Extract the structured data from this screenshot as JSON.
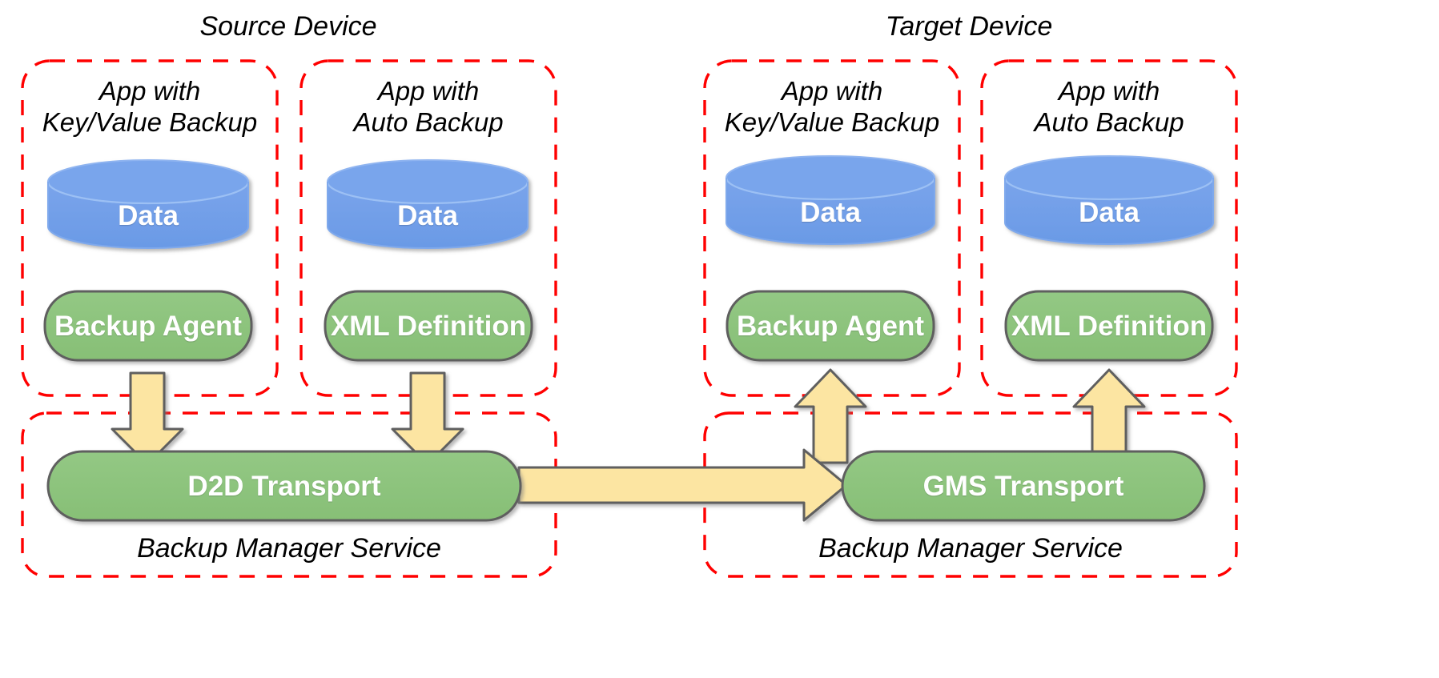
{
  "diagram": {
    "title_source": "Source Device",
    "title_target": "Target Device",
    "palette": {
      "dashed_border": "#FF0000",
      "cylinder_fill": "#6B9BE8",
      "cylinder_top": "#7FA9EC",
      "cylinder_stroke": "#7FA9EC",
      "pill_fill": "#8DC47D",
      "pill_stroke": "#5F5F5F",
      "arrow_fill": "#FCE5A2",
      "arrow_stroke": "#5F5F5F",
      "label_text": "#FFFFFF",
      "caption_text": "#000000",
      "background": "#FFFFFF"
    },
    "devices": [
      {
        "name": "source-device",
        "title": "Source Device",
        "apps": [
          {
            "name": "app-key-value-backup",
            "caption": "App with\nKey/Value Backup",
            "data_label": "Data",
            "component_label": "Backup Agent"
          },
          {
            "name": "app-auto-backup",
            "caption": "App with\nAuto Backup",
            "data_label": "Data",
            "component_label": "XML Definition"
          }
        ],
        "service": {
          "name": "backup-manager-service-source",
          "caption": "Backup Manager Service",
          "transport_label": "D2D Transport"
        },
        "flow_direction": "down"
      },
      {
        "name": "target-device",
        "title": "Target Device",
        "apps": [
          {
            "name": "app-key-value-backup",
            "caption": "App with\nKey/Value Backup",
            "data_label": "Data",
            "component_label": "Backup Agent"
          },
          {
            "name": "app-auto-backup",
            "caption": "App with\nAuto Backup",
            "data_label": "Data",
            "component_label": "XML Definition"
          }
        ],
        "service": {
          "name": "backup-manager-service-target",
          "caption": "Backup Manager Service",
          "transport_label": "GMS Transport"
        },
        "flow_direction": "up"
      }
    ],
    "connector": {
      "name": "transport-link-arrow",
      "from": "D2D Transport",
      "to": "GMS Transport",
      "direction": "right"
    }
  }
}
